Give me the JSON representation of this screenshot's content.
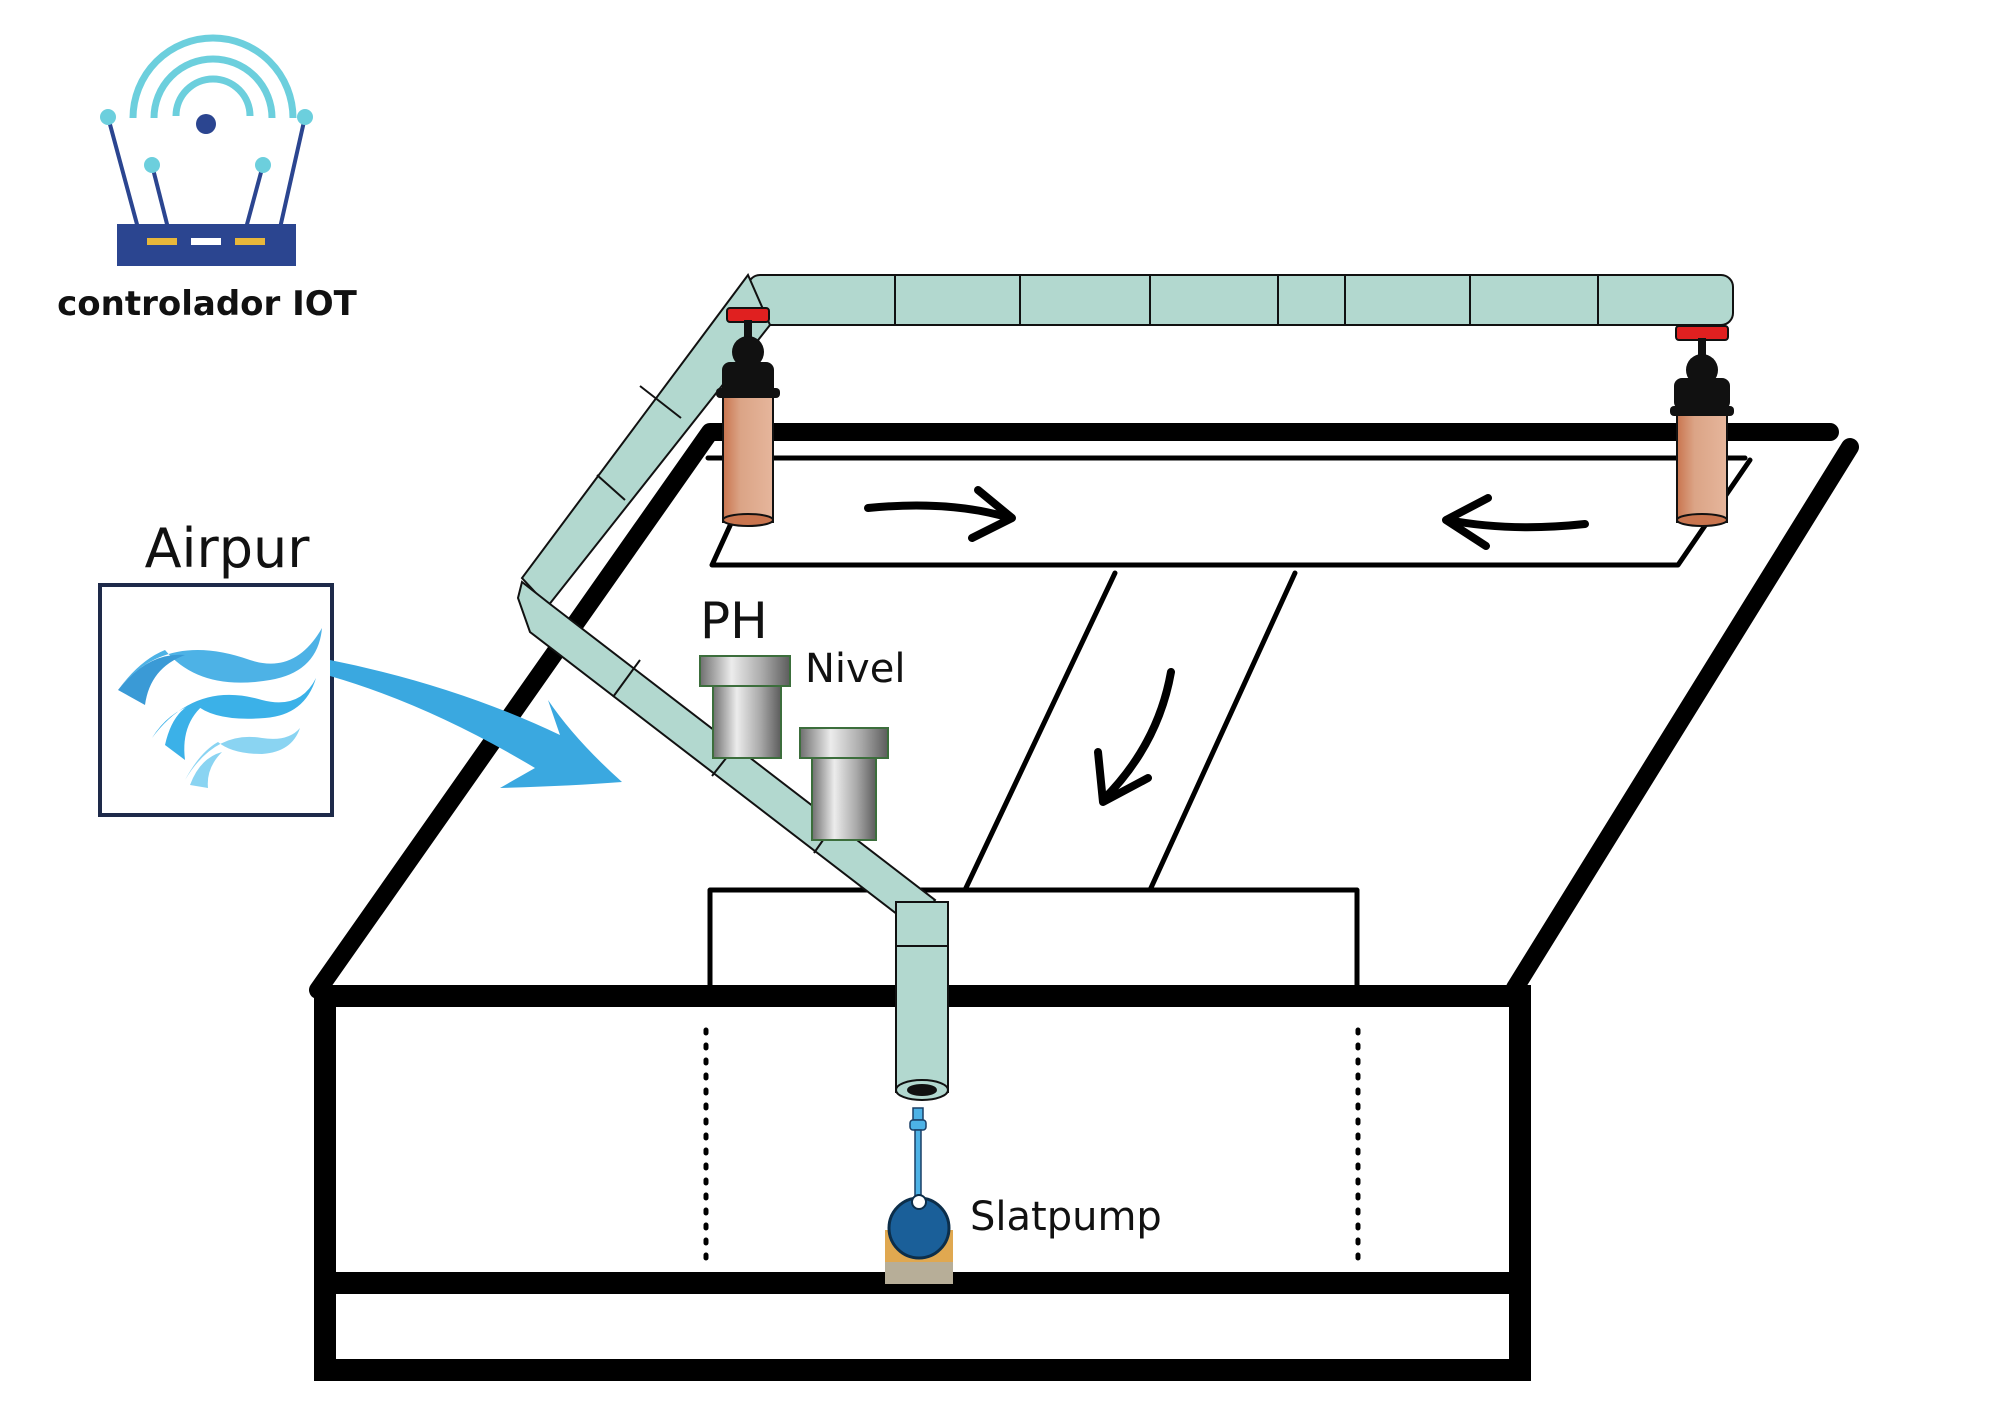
{
  "labels": {
    "controller": "controlador IOT",
    "airpur": "Airpur",
    "ph": "PH",
    "nivel": "Nivel",
    "slatpump": "Slatpump"
  },
  "icons": {
    "controller": "wifi-router-icon",
    "airpur": "air-wind-icon",
    "valves": "gate-valve-icon",
    "sensors": "cylinder-sensor-icon",
    "pump": "water-pump-icon"
  },
  "colors": {
    "pipe": "#b2d8cf",
    "valve_handle": "#e02020",
    "valve_body": "#111111",
    "copper": "#dba486",
    "airflow": "#3aa8e0",
    "router": "#2b4590",
    "router_accent": "#6ccfdd",
    "pump_ball": "#1a5f99",
    "pump_base": "#e0a850",
    "sensor": "#9a9a9a"
  }
}
